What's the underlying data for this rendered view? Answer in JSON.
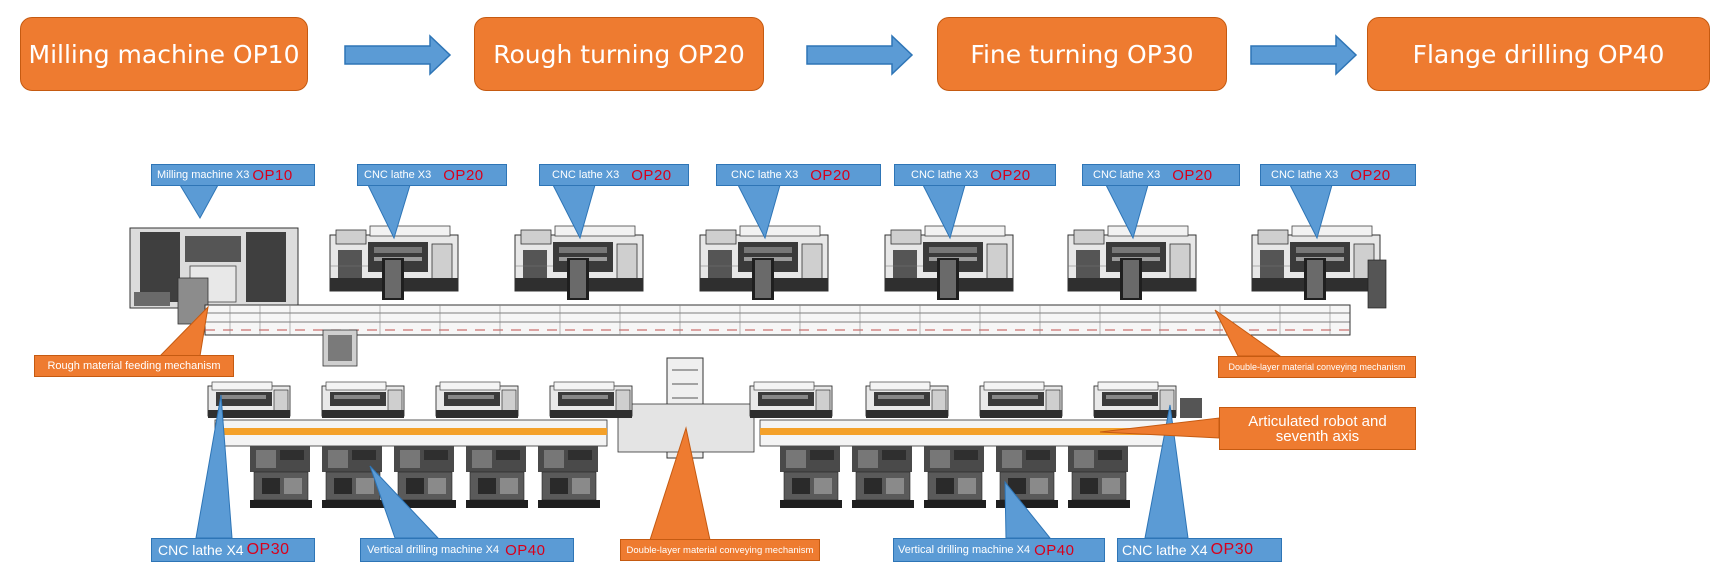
{
  "process_steps": [
    {
      "label": "Milling machine OP10"
    },
    {
      "label": "Rough turning OP20"
    },
    {
      "label": "Fine turning OP30"
    },
    {
      "label": "Flange drilling OP40"
    }
  ],
  "upper_line": {
    "milling_callout": {
      "text": "Milling machine X3",
      "op": "OP10"
    },
    "lathe_callouts": [
      {
        "text": "CNC lathe X3",
        "op": "OP20"
      },
      {
        "text": "CNC lathe X3",
        "op": "OP20"
      },
      {
        "text": "CNC lathe X3",
        "op": "OP20"
      },
      {
        "text": "CNC lathe X3",
        "op": "OP20"
      },
      {
        "text": "CNC lathe X3",
        "op": "OP20"
      },
      {
        "text": "CNC lathe X3",
        "op": "OP20"
      }
    ],
    "feeding_label": "Rough material feeding mechanism",
    "conveyor_label": "Double-layer material conveying mechanism"
  },
  "lower_line": {
    "robot_label": "Articulated robot and seventh axis",
    "center_conveyor_label": "Double-layer material conveying mechanism",
    "callouts": [
      {
        "text": "CNC lathe X4",
        "op": "OP30"
      },
      {
        "text": "Vertical drilling machine X4",
        "op": "OP40"
      },
      {
        "text": "Vertical drilling machine X4",
        "op": "OP40"
      },
      {
        "text": "CNC lathe X4",
        "op": "OP30"
      }
    ]
  },
  "colors": {
    "process_box": "#ee7b30",
    "callout_blue": "#5b9bd5",
    "op_code_red": "#d9001b",
    "conveyor_orange": "#f4a12a"
  }
}
